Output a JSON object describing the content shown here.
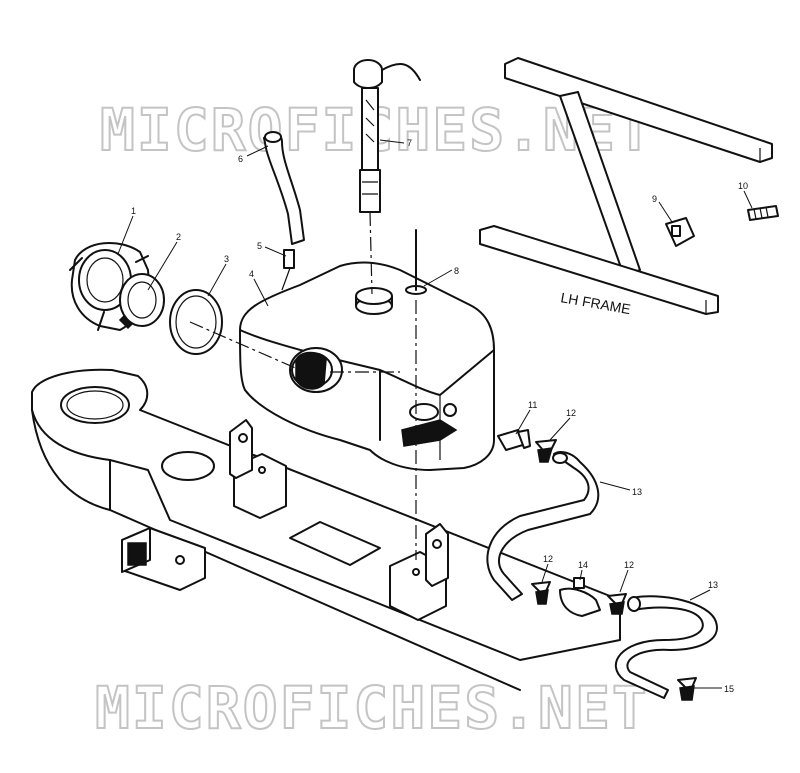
{
  "watermarks": [
    "MICROFICHES.NET",
    "MICROFICHES.NET"
  ],
  "frame_label": "LH FRAME",
  "callouts": [
    "1",
    "2",
    "3",
    "4",
    "5",
    "6",
    "7",
    "8",
    "9",
    "10",
    "11",
    "12",
    "13",
    "12",
    "14",
    "12",
    "13",
    "15"
  ]
}
